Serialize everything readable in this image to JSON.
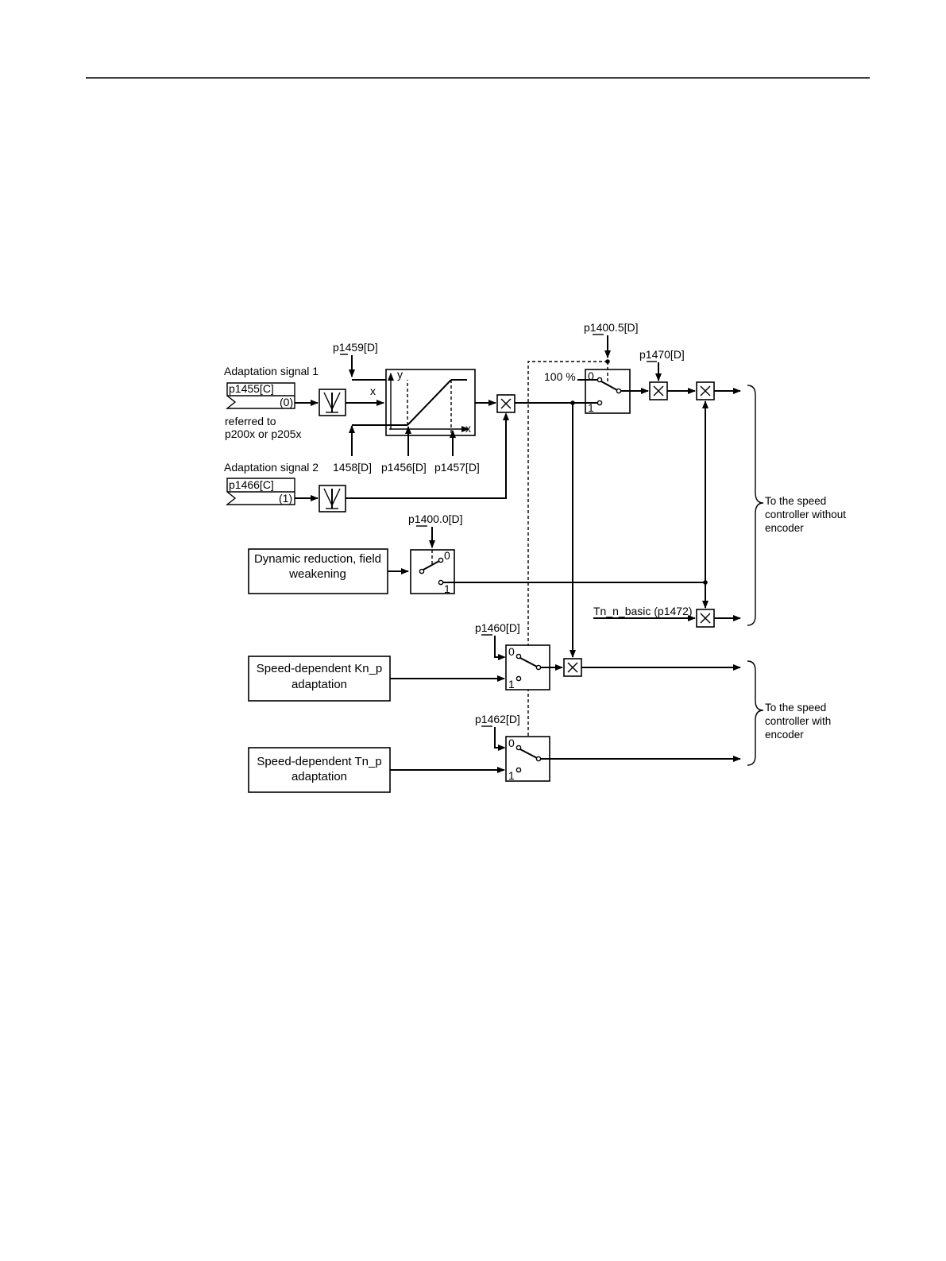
{
  "adaptation": {
    "signal1_label": "Adaptation signal 1",
    "signal1_param": "p1455[C]",
    "signal1_index": "(0)",
    "referred_line1": "referred to",
    "referred_line2": "p200x or p205x",
    "signal2_label": "Adaptation signal 2",
    "signal2_param": "p1466[C]",
    "signal2_index": "(1)"
  },
  "characteristic": {
    "param_top": "p1459[D]",
    "input_label": "x",
    "axis_y": "y",
    "axis_x": "x",
    "param_1458": "1458[D]",
    "param_1456": "p1456[D]",
    "param_1457": "p1457[D]"
  },
  "switches": {
    "s1_param": "p1400.5[D]",
    "s1_input": "100 %",
    "s1_pos0": "0",
    "s1_pos1": "1",
    "s2_param": "p1400.0[D]",
    "s2_pos0": "0",
    "s2_pos1": "1",
    "s3_param": "p1460[D]",
    "s3_pos0": "0",
    "s3_pos1": "1",
    "s4_param": "p1462[D]",
    "s4_pos0": "0",
    "s4_pos1": "1"
  },
  "params": {
    "p1470": "p1470[D]",
    "tn_basic": "Tn_n_basic (p1472)"
  },
  "blocks": {
    "dynamic_line1": "Dynamic reduction, field",
    "dynamic_line2": "weakening",
    "kn_line1": "Speed-dependent Kn_p",
    "kn_line2": "adaptation",
    "tn_line1": "Speed-dependent Tn_p",
    "tn_line2": "adaptation"
  },
  "outputs": {
    "without_line1": "To the speed",
    "without_line2": "controller without",
    "without_line3": "encoder",
    "with_line1": "To the speed",
    "with_line2": "controller with",
    "with_line3": "encoder"
  }
}
